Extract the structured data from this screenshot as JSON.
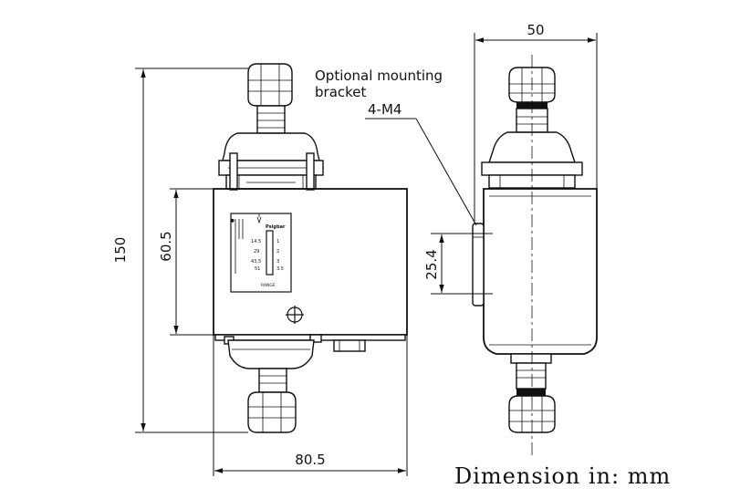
{
  "dimensions": {
    "width_label": "80.5",
    "height_label": "150",
    "body_height_label": "60.5",
    "side_width_label": "50",
    "bracket_spacing_label": "25.4"
  },
  "callouts": {
    "bracket_note": "Optional mounting bracket",
    "thread_note": "4-M4"
  },
  "nameplate": {
    "unit_psig": "Psig",
    "unit_bar": "bar",
    "scale_psig": [
      "14.5",
      "29",
      "43.5",
      "51"
    ],
    "scale_bar": [
      "1",
      "2",
      "3",
      "3.5"
    ],
    "range_label": "RANGE"
  },
  "caption": "Dimension in: mm"
}
